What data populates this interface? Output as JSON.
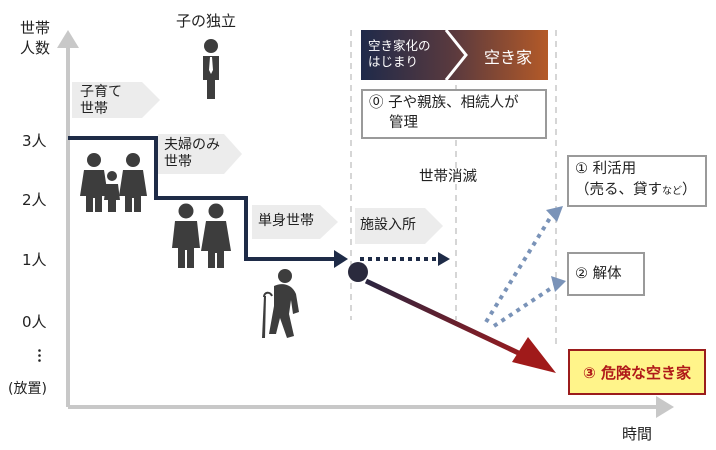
{
  "axes": {
    "y_title_line1": "世帯",
    "y_title_line2": "人数",
    "x_title": "時間",
    "y_ticks": [
      "3人",
      "2人",
      "1人",
      "0人",
      "︙",
      "(放置)"
    ]
  },
  "stages": {
    "child_independence": "子の独立",
    "child_rearing_line1": "子育て",
    "child_rearing_line2": "世帯",
    "couple_only_line1": "夫婦のみ",
    "couple_only_line2": "世帯",
    "single": "単身世帯",
    "facility": "施設入所",
    "household_extinction": "世帯消滅"
  },
  "banner": {
    "start_line1": "空き家化の",
    "start_line2": "はじまり",
    "vacant": "空き家"
  },
  "boxes": {
    "management_line1": "⓪ 子や親族、相続人が",
    "management_line2": "管理",
    "use_line1": "① 利活用",
    "use_line2": "（売る、貸す",
    "use_line2_small": "など",
    "use_line2_end": "）",
    "demolish": "② 解体",
    "dangerous": "③ 危険な空き家"
  },
  "colors": {
    "navy": "#1e2b47",
    "axis_gray": "#c8c8c8",
    "tag_gray": "#ececec",
    "dotted_blue": "#7a93b8",
    "danger_red": "#a01a1a",
    "danger_fill": "#fff48a",
    "icon_gray": "#3d3d3d"
  }
}
